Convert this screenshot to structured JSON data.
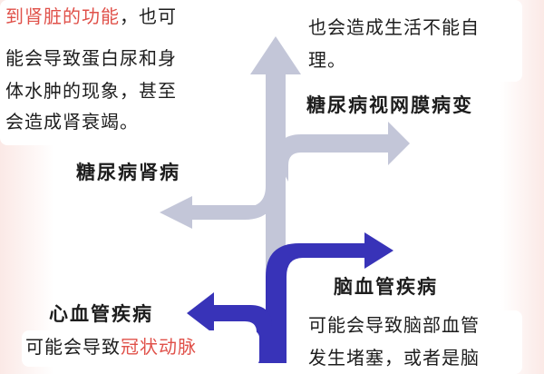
{
  "left_top": {
    "line1_red": "到肾脏的功能",
    "line1_rest": "，也可",
    "line2": "能会导致蛋白尿和身",
    "line3": "体水肿的现象，甚至",
    "line4": "会造成肾衰竭。"
  },
  "right_top": {
    "line1": "也会造成生活不能自",
    "line2": "理。"
  },
  "labels": {
    "retinopathy": "糖尿病视网膜病变",
    "nephropathy": "糖尿病肾病",
    "cerebro": "脑血管疾病",
    "cardio": "心血管疾病"
  },
  "right_bottom": {
    "line1": "可能会导致脑部血管",
    "line2": "发生堵塞，或者是脑"
  },
  "left_bottom": {
    "line1_plain": "可能会导致",
    "line1_red": "冠状动脉"
  },
  "colors": {
    "gray_arrow": "#c3c6d8",
    "blue_arrow": "#3833b8",
    "accent_red": "#e0514a"
  }
}
